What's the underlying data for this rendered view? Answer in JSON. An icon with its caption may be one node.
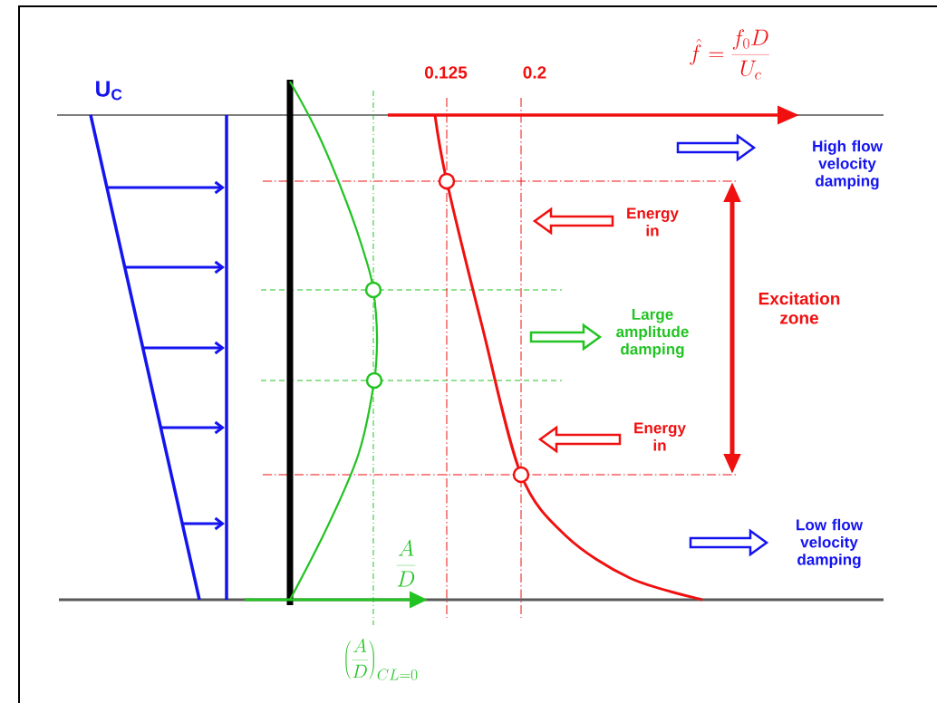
{
  "diagram": {
    "labels": [
      "U$_{C}$",
      "0.125",
      "0.2",
      "\\hat{f}=\\frac{f_{0}D}{U_{c}}",
      "High flow velocity damping",
      "Energy in",
      "Excitation zone",
      "Large amplitude damping",
      "Energy in",
      "\\frac{A}{D}",
      "\\left(\\frac{A}{D}\\right)_{CL=0}",
      "Low flow velocity damping"
    ]
  }
}
